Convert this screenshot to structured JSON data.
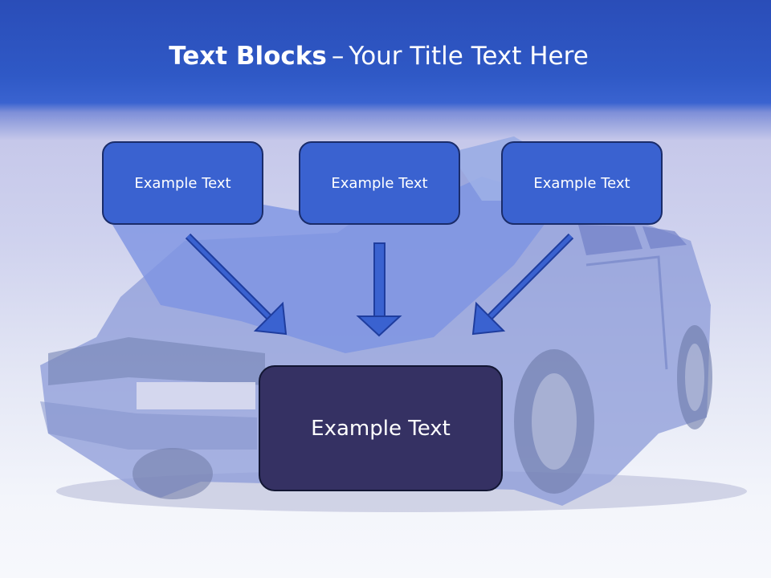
{
  "slide": {
    "title_bold": "Text Blocks",
    "title_separator": "–",
    "title_rest": "Your Title Text Here",
    "boxes": [
      {
        "text": "Example Text"
      },
      {
        "text": "Example Text"
      },
      {
        "text": "Example Text"
      }
    ],
    "center_box": {
      "text": "Example Text"
    }
  },
  "colors": {
    "header_blue": "#2f59c6",
    "box_blue": "#3a62d0",
    "center_box": "#353163",
    "arrow": "#3056c4"
  },
  "background_image": "crashed-blue-car"
}
